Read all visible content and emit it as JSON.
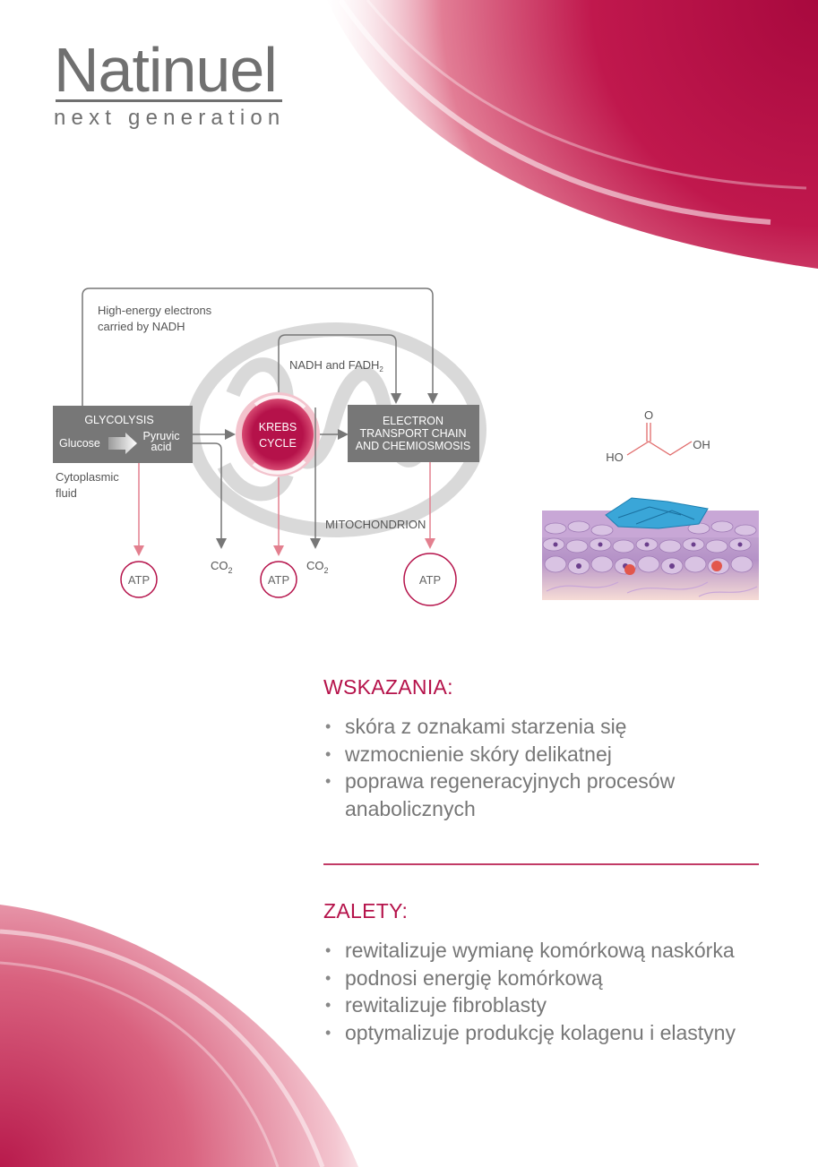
{
  "brand": {
    "name": "Natinuel",
    "tagline": "next generation"
  },
  "colors": {
    "accent": "#b5124a",
    "diagram_gray": "#777777",
    "krebs": "#b5124a"
  },
  "diagram": {
    "nadh_label_line1": "High-energy electrons",
    "nadh_label_line2": "carried by NADH",
    "fadh_label": "NADH and FADH",
    "fadh_sub": "2",
    "glycolysis": "GLYCOLYSIS",
    "glucose": "Glucose",
    "pyruvic_line1": "Pyruvic",
    "pyruvic_line2": "acid",
    "cytoplasmic_line1": "Cytoplasmic",
    "cytoplasmic_line2": "fluid",
    "krebs_line1": "KREBS",
    "krebs_line2": "CYCLE",
    "etc_line1": "ELECTRON",
    "etc_line2": "TRANSPORT CHAIN",
    "etc_line3": "AND CHEMIOSMOSIS",
    "mitochondrion": "MITOCHONDRION",
    "co2": "CO",
    "co2_sub": "2",
    "atp": "ATP"
  },
  "molecule": {
    "o": "O",
    "ho": "HO",
    "oh": "OH"
  },
  "indications": {
    "title": "WSKAZANIA:",
    "items": [
      "skóra z oznakami starzenia się",
      "wzmocnienie skóry delikatnej",
      "poprawa regeneracyjnych procesów anabolicznych"
    ]
  },
  "advantages": {
    "title": "ZALETY:",
    "items": [
      "rewitalizuje wymianę komórkową naskórka",
      "podnosi energię komórkową",
      "rewitalizuje fibroblasty",
      "optymalizuje produkcję kolagenu i elastyny"
    ]
  }
}
